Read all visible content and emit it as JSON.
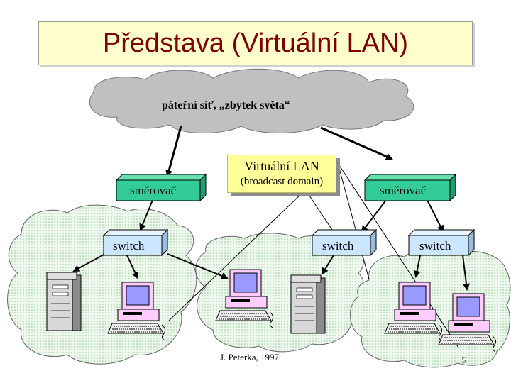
{
  "title": "Představa (Virtuální LAN)",
  "backbone_label": "páteřní síť, „zbytek světa“",
  "vlan": {
    "line1": "Virtuální LAN",
    "line2": "(broadcast domain)"
  },
  "routers": [
    "směrovač",
    "směrovač"
  ],
  "switches": [
    "switch",
    "switch",
    "switch"
  ],
  "footer": "J. Peterka, 1997",
  "page_number": "5",
  "colors": {
    "title_text": "#800000",
    "title_bg": "#ffffcc",
    "cloud_top": "#c0c0c0",
    "lan_cloud": "#ddf3dd",
    "router": "#33cc99",
    "switch": "#cce6ff",
    "vlan_box": "#ffff99"
  },
  "icons": [
    "server-tower-icon",
    "desktop-computer-icon"
  ]
}
